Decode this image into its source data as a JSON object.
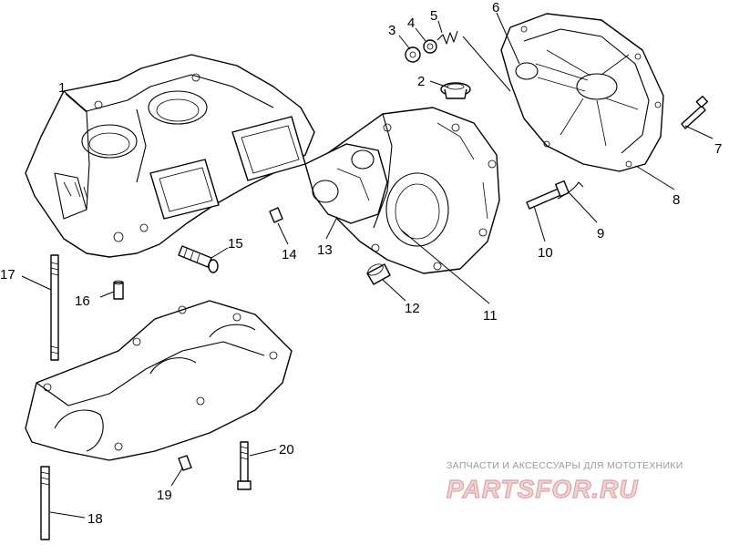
{
  "callouts": {
    "c1": "1",
    "c2": "2",
    "c3": "3",
    "c4": "4",
    "c5": "5",
    "c6": "6",
    "c7": "7",
    "c8": "8",
    "c9": "9",
    "c10": "10",
    "c11": "11",
    "c12": "12",
    "c13": "13",
    "c14": "14",
    "c15": "15",
    "c16": "16",
    "c17": "17",
    "c18": "18",
    "c19": "19",
    "c20": "20"
  },
  "watermark": {
    "tagline": "ЗАПЧАСТИ И АКСЕССУАРЫ ДЛЯ МОТОТЕХНИКИ",
    "logo": "PARTSFOR.RU"
  },
  "colors": {
    "line": "#000000",
    "background": "#ffffff",
    "watermark_text": "#9a9a9a",
    "watermark_logo": "#e2a3a3"
  }
}
